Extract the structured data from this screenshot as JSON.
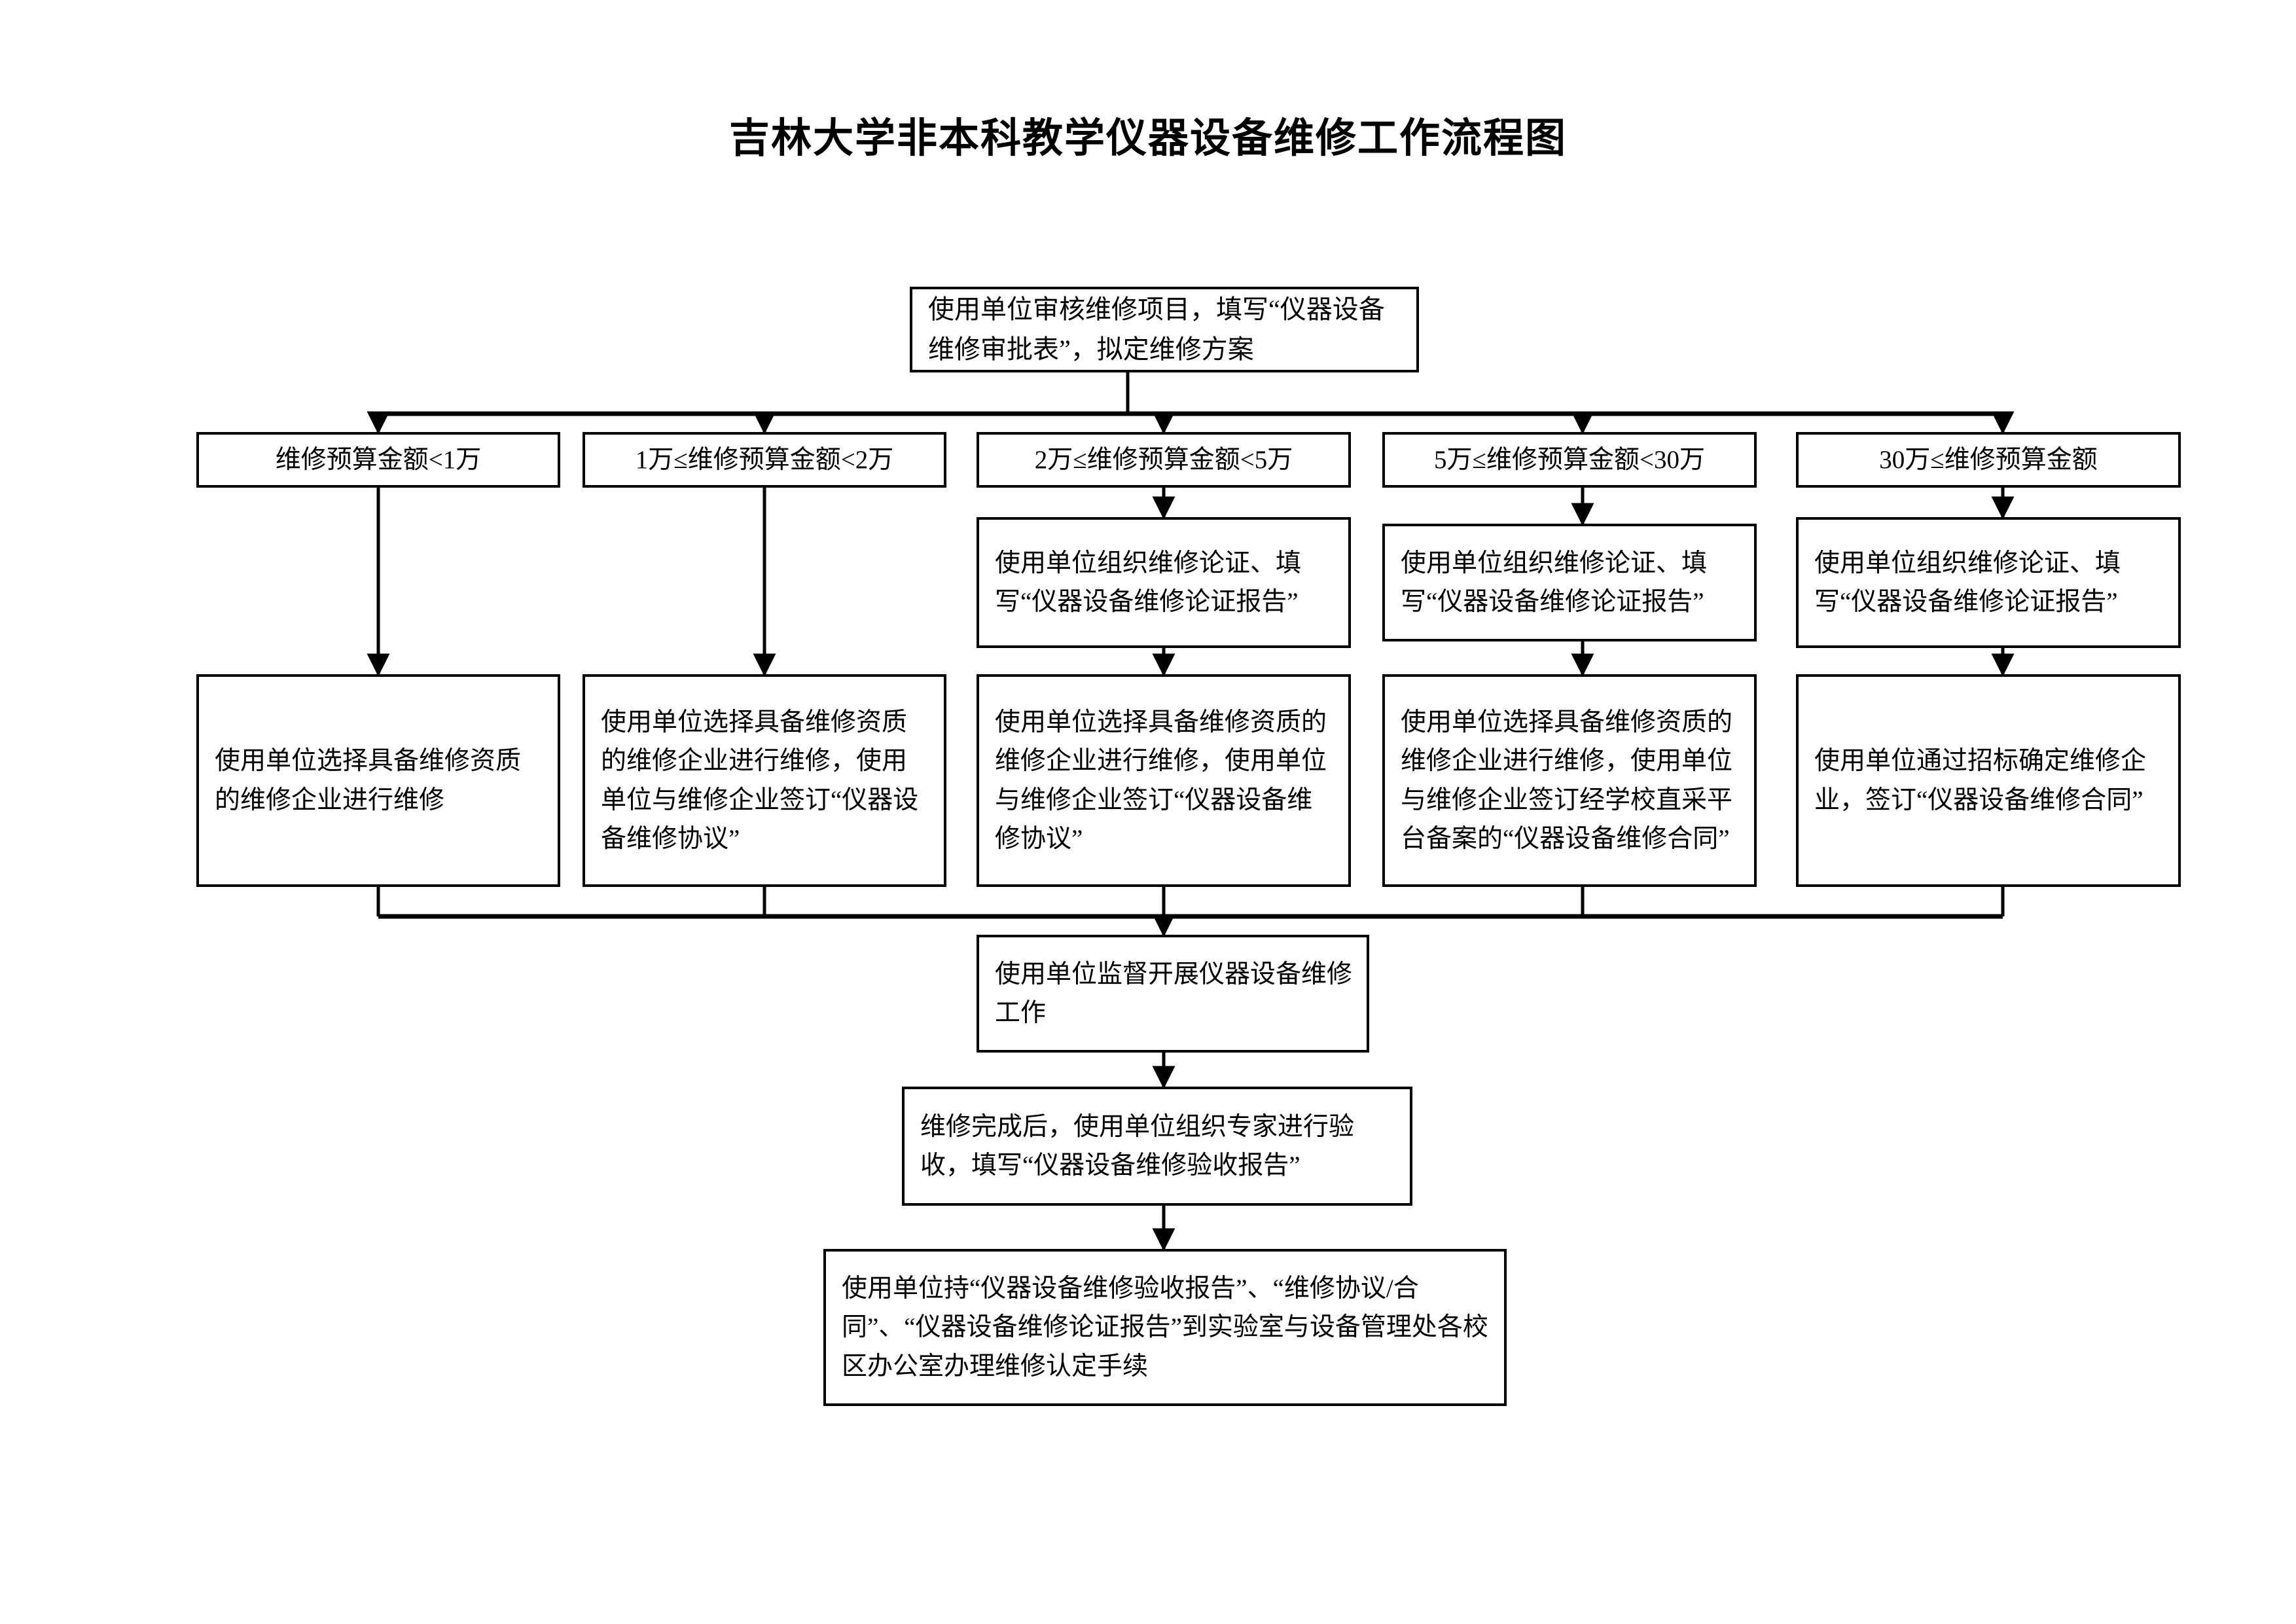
{
  "title": "吉林大学非本科教学仪器设备维修工作流程图",
  "flow": {
    "start": {
      "label": "使用单位审核维修项目，填写“仪器设备维修审批表”，拟定维修方案"
    },
    "branches": [
      {
        "tier_label": "维修预算金额<1万",
        "review_label": "",
        "action_label": "使用单位选择具备维修资质的维修企业进行维修"
      },
      {
        "tier_label": "1万≤维修预算金额<2万",
        "review_label": "",
        "action_label": "使用单位选择具备维修资质的维修企业进行维修，使用单位与维修企业签订“仪器设备维修协议”"
      },
      {
        "tier_label": "2万≤维修预算金额<5万",
        "review_label": "使用单位组织维修论证、填写“仪器设备维修论证报告”",
        "action_label": "使用单位选择具备维修资质的维修企业进行维修，使用单位与维修企业签订“仪器设备维修协议”"
      },
      {
        "tier_label": "5万≤维修预算金额<30万",
        "review_label": "使用单位组织维修论证、填写“仪器设备维修论证报告”",
        "action_label": "使用单位选择具备维修资质的维修企业进行维修，使用单位与维修企业签订经学校直采平台备案的“仪器设备维修合同”"
      },
      {
        "tier_label": "30万≤维修预算金额",
        "review_label": "使用单位组织维修论证、填写“仪器设备维修论证报告”",
        "action_label": "使用单位通过招标确定维修企业，签订“仪器设备维修合同”"
      }
    ],
    "supervise": {
      "label": "使用单位监督开展仪器设备维修工作"
    },
    "acceptance": {
      "label": "维修完成后，使用单位组织专家进行验收，填写“仪器设备维修验收报告”"
    },
    "filing": {
      "label": "使用单位持“仪器设备维修验收报告”、“维修协议/合同”、“仪器设备维修论证报告”到实验室与设备管理处各校区办公室办理维修认定手续"
    }
  },
  "colors": {
    "stroke": "#000000",
    "fill": "#ffffff",
    "text": "#000000"
  }
}
